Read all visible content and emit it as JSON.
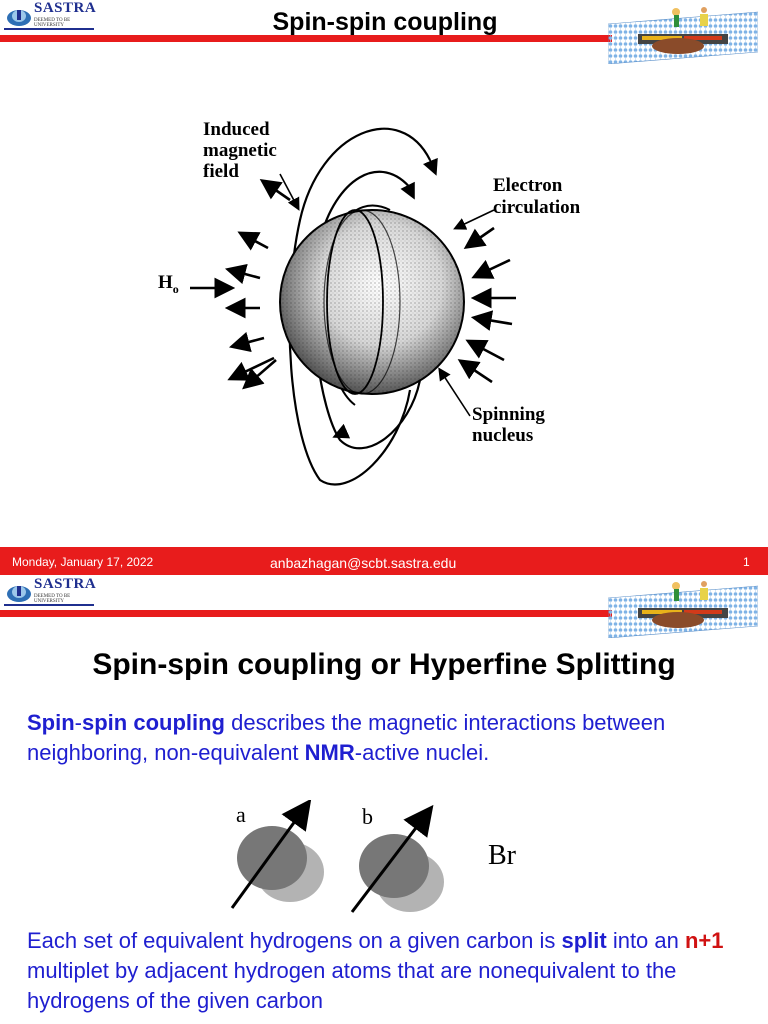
{
  "slide1": {
    "logo_text": "SASTRA",
    "logo_subtitle": "DEEMED TO BE UNIVERSITY",
    "title": "Spin-spin coupling",
    "figure": {
      "label_induced": [
        "Induced",
        "magnetic",
        "field"
      ],
      "label_electron": [
        "Electron",
        "circulation"
      ],
      "label_h0": "H",
      "label_h0_sub": "o",
      "label_spinning": [
        "Spinning",
        "nucleus"
      ]
    }
  },
  "footer": {
    "date": "Monday, January 17, 2022",
    "email": "anbazhagan@scbt.sastra.edu",
    "page": "1"
  },
  "slide2": {
    "logo_text": "SASTRA",
    "logo_subtitle": "DEEMED TO BE UNIVERSITY",
    "title": "Spin-spin coupling or Hyperfine Splitting",
    "desc_bold1": "Spin",
    "desc_plain1": "-",
    "desc_bold2": "spin coupling",
    "desc_plain2": " describes the magnetic interactions between neighboring, non-equivalent ",
    "desc_bold3": "NMR",
    "desc_plain3": "-active nuclei.",
    "diagram": {
      "label_a": "a",
      "label_b": "b",
      "label_br": "Br"
    },
    "bottom_plain1": "Each set of equivalent hydrogens on a given carbon is ",
    "bottom_bold1": "split",
    "bottom_plain2": " into an ",
    "bottom_bold2": "n+1",
    "bottom_plain3": " multiplet by adjacent hydrogen atoms that are nonequivalent to the hydrogens of the given carbon"
  }
}
